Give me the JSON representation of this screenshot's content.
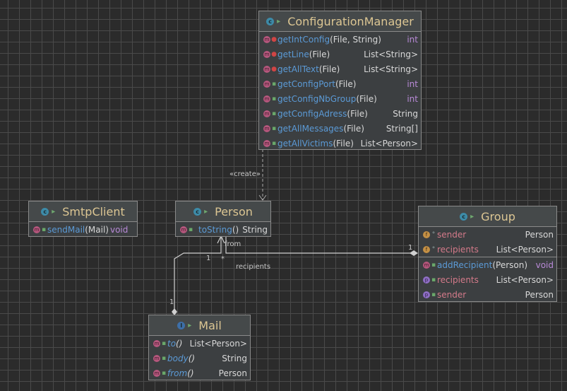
{
  "diagram": {
    "classes": {
      "configuration_manager": {
        "name": "ConfigurationManager",
        "icon": "class-icon",
        "methods": [
          {
            "name": "getIntConfig",
            "params": "(File, String)",
            "type": "int",
            "vis": "private"
          },
          {
            "name": "getLine",
            "params": "(File)",
            "type": "List<String>",
            "vis": "private"
          },
          {
            "name": "getAllText",
            "params": "(File)",
            "type": "List<String>",
            "vis": "private"
          },
          {
            "name": "getConfigPort",
            "params": "(File)",
            "type": "int",
            "vis": "public"
          },
          {
            "name": "getConfigNbGroup",
            "params": "(File)",
            "type": "int",
            "vis": "public"
          },
          {
            "name": "getConfigAdress",
            "params": "(File)",
            "type": "String",
            "vis": "public"
          },
          {
            "name": "getAllMessages",
            "params": "(File)",
            "type": "String[]",
            "vis": "public"
          },
          {
            "name": "getAllVictims",
            "params": "(File)",
            "type": "List<Person>",
            "vis": "public"
          }
        ]
      },
      "smtp_client": {
        "name": "SmtpClient",
        "methods": [
          {
            "name": "sendMail",
            "params": "(Mail)",
            "type": "void"
          }
        ]
      },
      "person": {
        "name": "Person",
        "methods": [
          {
            "name": "toString",
            "params": "()",
            "type": "String"
          }
        ]
      },
      "group": {
        "name": "Group",
        "fields": [
          {
            "name": "sender",
            "type": "Person"
          },
          {
            "name": "recipients",
            "type": "List<Person>"
          }
        ],
        "methods": [
          {
            "name": "addRecipient",
            "params": "(Person)",
            "type": "void"
          }
        ],
        "properties": [
          {
            "name": "recipients",
            "type": "List<Person>"
          },
          {
            "name": "sender",
            "type": "Person"
          }
        ]
      },
      "mail": {
        "name": "Mail",
        "icon": "interface-icon",
        "methods": [
          {
            "name": "to",
            "params": "()",
            "type": "List<Person>"
          },
          {
            "name": "body",
            "params": "()",
            "type": "String"
          },
          {
            "name": "from",
            "params": "()",
            "type": "Person"
          }
        ]
      }
    },
    "relations": {
      "create_label": "«create»",
      "from_label": "from",
      "recipients_label": "recipients",
      "mult_group": "1",
      "mult_mail": "1",
      "mult_person_one": "1",
      "mult_person_many": "*"
    },
    "glyphs": {
      "class": "c",
      "interface": "I",
      "method": "m",
      "field": "f",
      "property": "p"
    }
  }
}
